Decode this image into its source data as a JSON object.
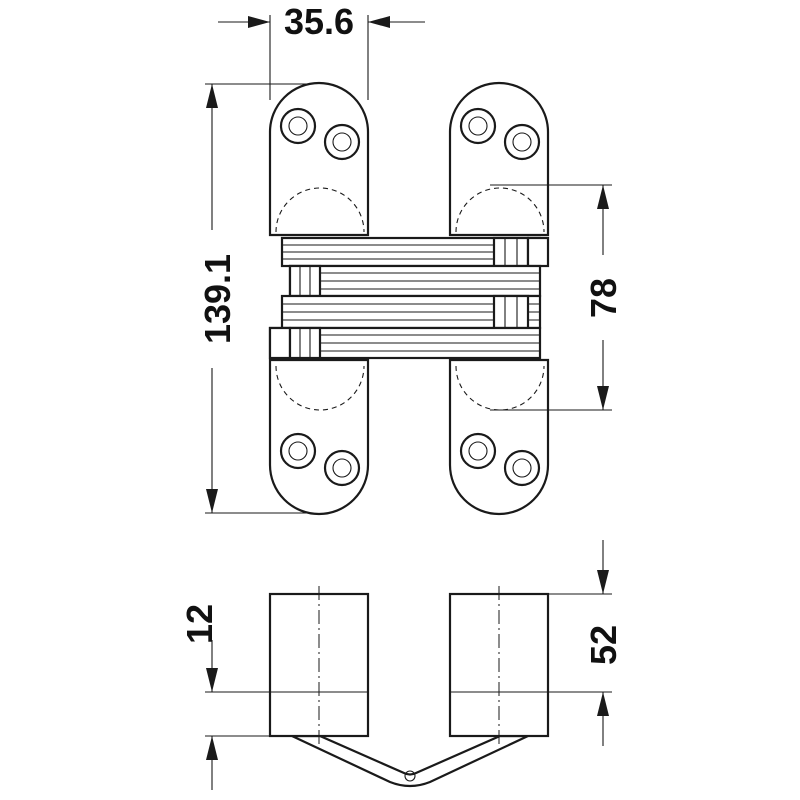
{
  "dimensions": {
    "width": "35.6",
    "height": "139.1",
    "pin_span": "78",
    "plate_offset": "12",
    "depth": "52"
  },
  "colors": {
    "line": "#1a1a1a",
    "background": "#ffffff"
  }
}
